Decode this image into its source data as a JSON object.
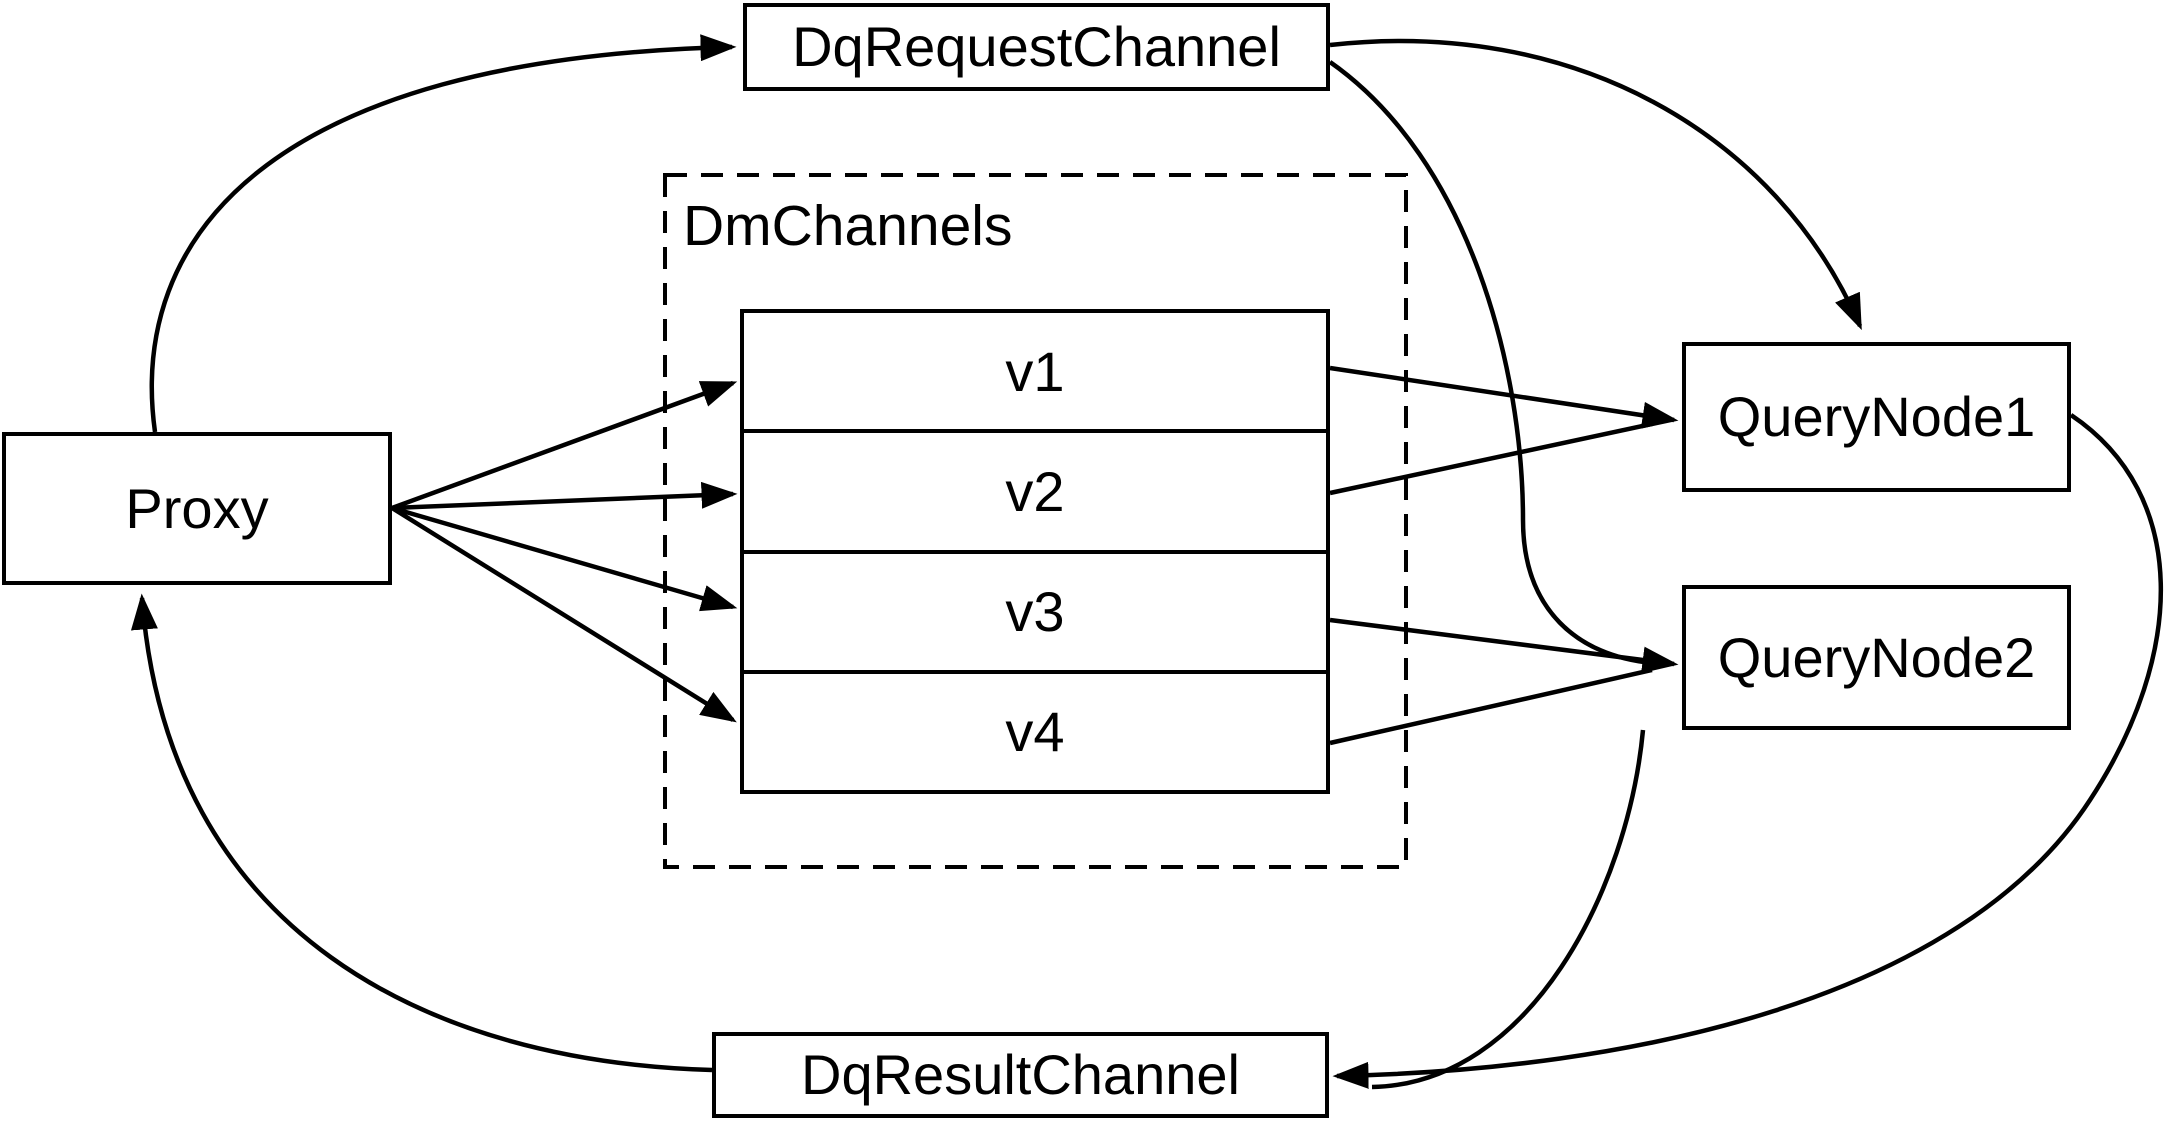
{
  "diagram": {
    "type": "flow-diagram",
    "colors": {
      "stroke": "#000000",
      "background": "#ffffff"
    },
    "nodes": {
      "proxy": "Proxy",
      "request_channel": "DqRequestChannel",
      "result_channel": "DqResultChannel",
      "dm_channels_group": "DmChannels",
      "channels": [
        "v1",
        "v2",
        "v3",
        "v4"
      ],
      "query_node1": "QueryNode1",
      "query_node2": "QueryNode2"
    },
    "edges": [
      {
        "from": "Proxy",
        "to": "DqRequestChannel"
      },
      {
        "from": "DqRequestChannel",
        "to": "QueryNode1"
      },
      {
        "from": "DqRequestChannel",
        "to": "QueryNode2"
      },
      {
        "from": "Proxy",
        "to": "v1"
      },
      {
        "from": "Proxy",
        "to": "v2"
      },
      {
        "from": "Proxy",
        "to": "v3"
      },
      {
        "from": "Proxy",
        "to": "v4"
      },
      {
        "from": "v1",
        "to": "QueryNode1"
      },
      {
        "from": "v2",
        "to": "QueryNode1"
      },
      {
        "from": "v3",
        "to": "QueryNode2"
      },
      {
        "from": "v4",
        "to": "QueryNode2"
      },
      {
        "from": "QueryNode1",
        "to": "DqResultChannel"
      },
      {
        "from": "QueryNode2",
        "to": "DqResultChannel"
      },
      {
        "from": "DqResultChannel",
        "to": "Proxy"
      }
    ]
  }
}
